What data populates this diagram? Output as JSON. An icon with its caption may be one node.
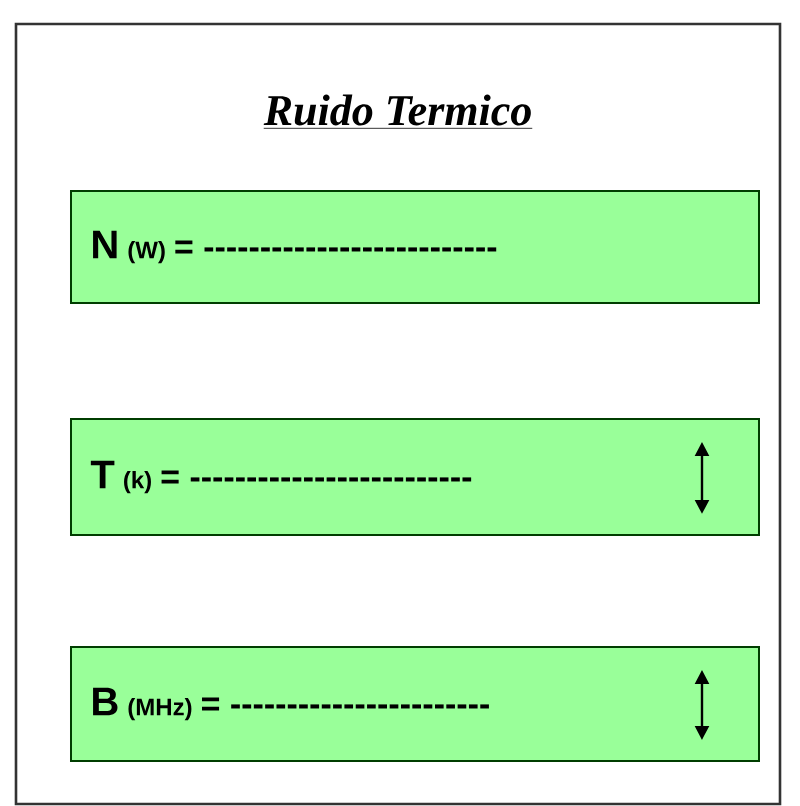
{
  "diagram": {
    "nodes": [
      {
        "text": [
          "Ruido Termico"
        ]
      },
      {
        "text": [
          "N",
          "(W)",
          "= --------------------------"
        ],
        "in": 0
      },
      {
        "text": [
          "T",
          "(k)",
          "= -------------------------"
        ],
        "in": 0
      },
      {
        "text": [
          "B",
          "(MHz)",
          "= -----------------------"
        ],
        "in": 0
      }
    ]
  }
}
